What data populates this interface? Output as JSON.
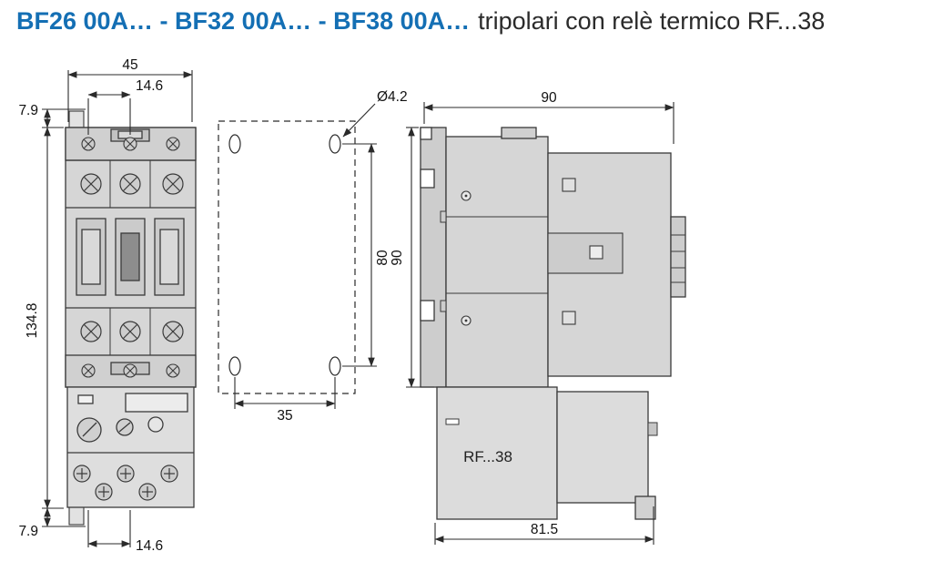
{
  "title": {
    "models": "BF26 00A… - BF32 00A… - BF38 00A…",
    "subtitle": "tripolari con relè termico RF...38"
  },
  "colors": {
    "accent_blue": "#146fb4",
    "drawing_line": "#3a3a3a",
    "body_fill": "#d6d6d6"
  },
  "front_view": {
    "dims": {
      "width": "45",
      "pitch_top": "14.6",
      "offset_top": "7.9",
      "height": "134.8",
      "offset_bottom": "7.9",
      "pitch_bottom": "14.6"
    }
  },
  "drilling_plan": {
    "dims": {
      "hole_diameter": "Ø4.2",
      "vertical_pitch": "80",
      "horizontal_pitch": "35"
    }
  },
  "side_view": {
    "relay_label": "RF...38",
    "dims": {
      "depth": "90",
      "height": "90",
      "relay_depth": "81.5"
    }
  }
}
